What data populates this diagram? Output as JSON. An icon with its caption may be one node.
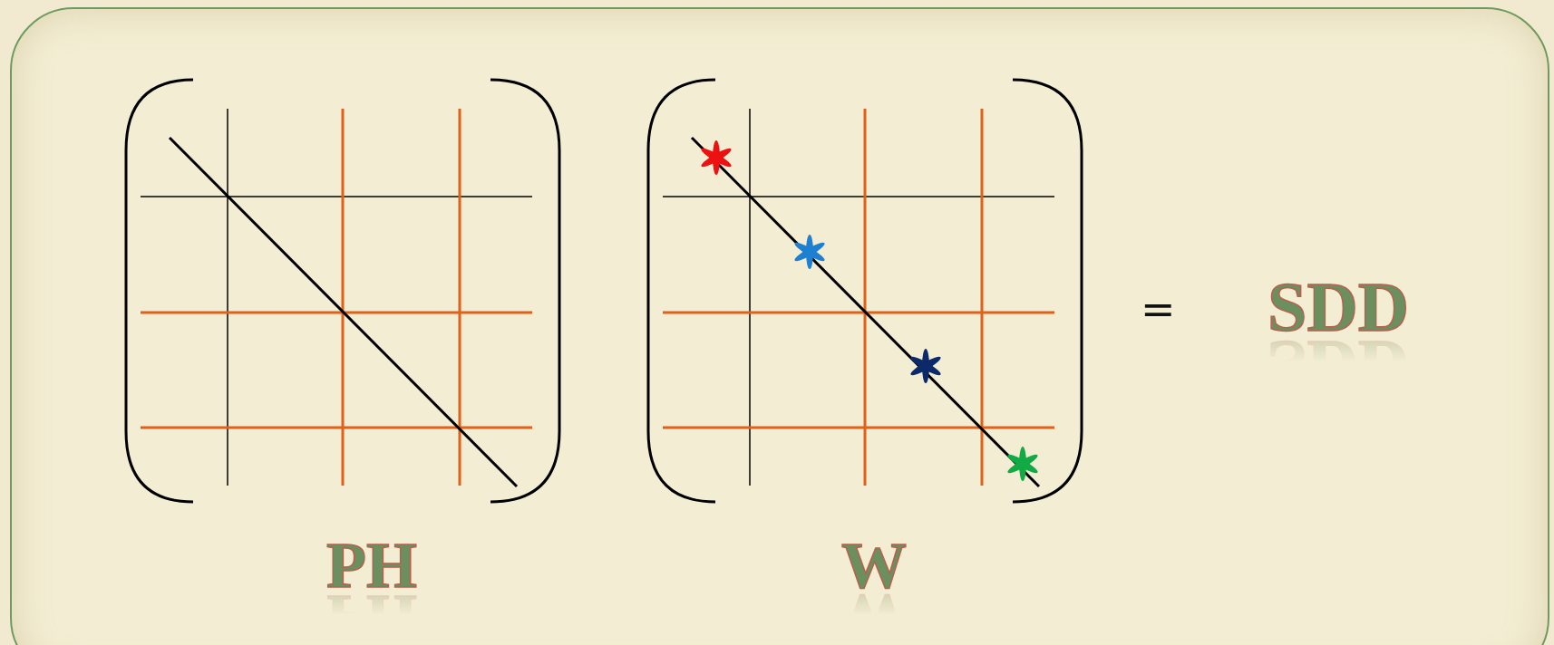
{
  "diagram": {
    "labels": [
      "PH",
      "W",
      "=",
      "SDD"
    ]
  }
}
